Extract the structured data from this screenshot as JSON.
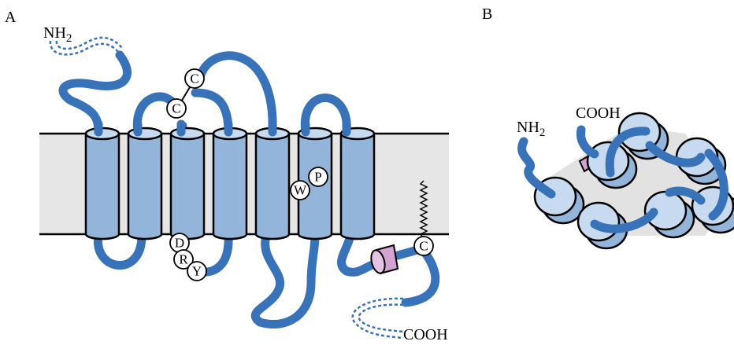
{
  "panels": {
    "a": {
      "label": "A",
      "n_terminus": "NH",
      "n_terminus_sub": "2",
      "c_terminus": "COOH",
      "residues": {
        "cys1": "C",
        "cys2": "C",
        "asp": "D",
        "arg": "R",
        "tyr": "Y",
        "trp": "W",
        "pro": "P",
        "palm_cys": "C"
      }
    },
    "b": {
      "label": "B",
      "n_terminus": "NH",
      "n_terminus_sub": "2",
      "c_terminus": "COOH"
    }
  },
  "colors": {
    "loop": "#3872b8",
    "helix": "#94b5da",
    "helix_top": "#c7daef",
    "membrane": "#e6e6e6",
    "helix8": "#d3a3d2"
  }
}
